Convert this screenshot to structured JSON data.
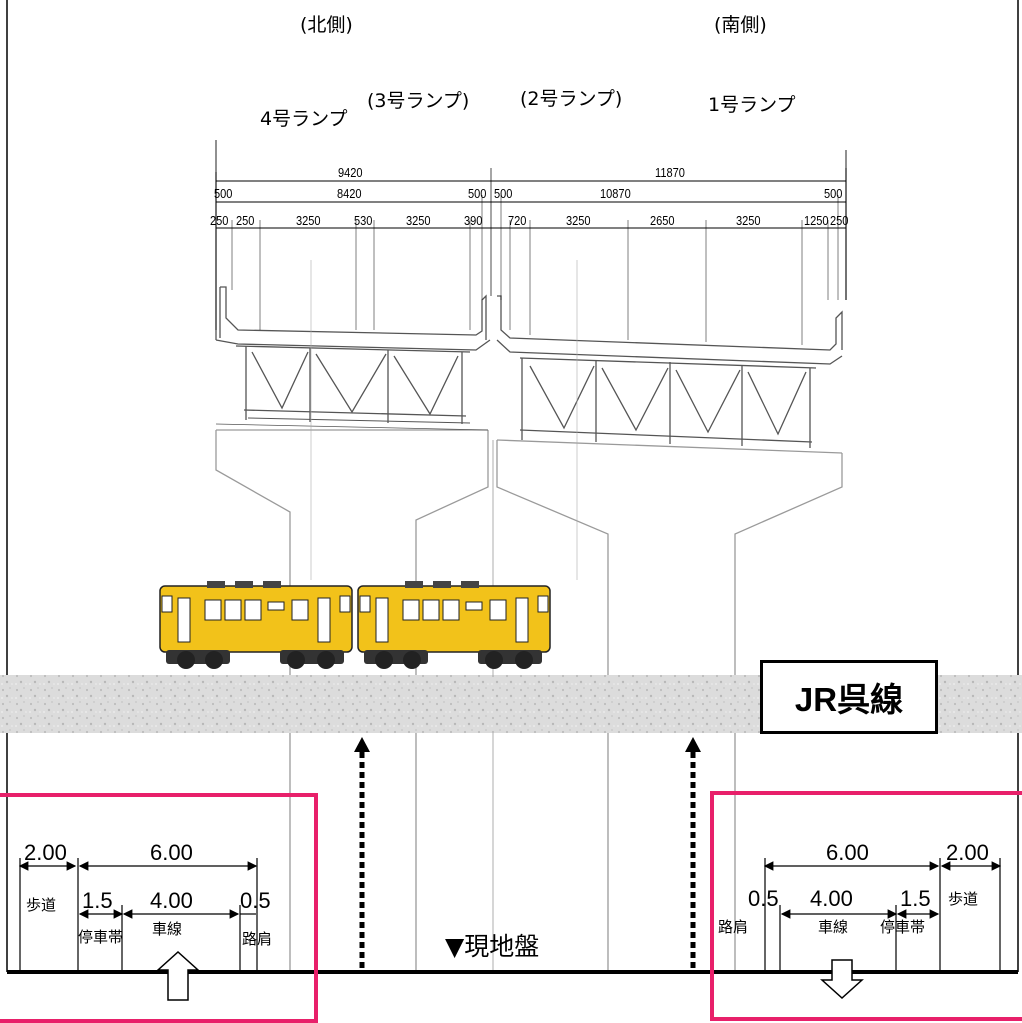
{
  "labels": {
    "north": "(北側)",
    "south": "(南側)",
    "ramp4": "4号ランプ",
    "ramp3": "(3号ランプ)",
    "ramp2": "(2号ランプ)",
    "ramp1": "1号ランプ",
    "jr_line": "JR呉線",
    "ground_level": "▼現地盤"
  },
  "dimensions_top": {
    "left_total": "9420",
    "right_total": "11870",
    "left_500a": "500",
    "left_mid": "8420",
    "left_500b": "500",
    "right_500a": "500",
    "right_mid": "10870",
    "right_500b": "500",
    "d250a": "250",
    "d250b": "250",
    "d3250a": "3250",
    "d530": "530",
    "d3250b": "3250",
    "d390": "390",
    "d720": "720",
    "d3250c": "3250",
    "d2650": "2650",
    "d3250d": "3250",
    "d1250": "1250",
    "d250c": "250"
  },
  "road_left": {
    "sidewalk_width": "2.00",
    "road_width": "6.00",
    "stop_lane_width": "1.5",
    "lane_width": "4.00",
    "shoulder_width": "0.5",
    "sidewalk": "歩道",
    "stop_lane": "停車帯",
    "lane": "車線",
    "shoulder": "路肩"
  },
  "road_right": {
    "road_width": "6.00",
    "sidewalk_width": "2.00",
    "shoulder_width": "0.5",
    "lane_width": "4.00",
    "stop_lane_width": "1.5",
    "sidewalk": "歩道",
    "shoulder": "路肩",
    "lane": "車線",
    "stop_lane": "停車帯"
  },
  "colors": {
    "highlight_box": "#e8206a",
    "train_body": "#f2c21a",
    "ballast": "#d8d8d8"
  }
}
